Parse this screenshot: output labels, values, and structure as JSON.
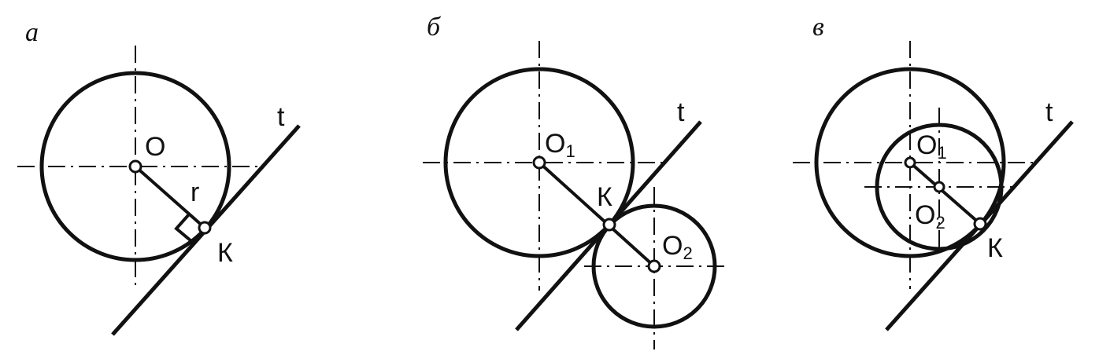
{
  "panels": {
    "a": {
      "letter": "а",
      "tangent": "t",
      "center": "O",
      "radius": "r",
      "point": "К"
    },
    "b": {
      "letter": "б",
      "tangent": "t",
      "center1": "O",
      "center1_sub": "1",
      "center2": "O",
      "center2_sub": "2",
      "point": "К"
    },
    "c": {
      "letter": "в",
      "tangent": "t",
      "center1": "O",
      "center1_sub": "1",
      "center2": "O",
      "center2_sub": "2",
      "point": "К"
    }
  }
}
